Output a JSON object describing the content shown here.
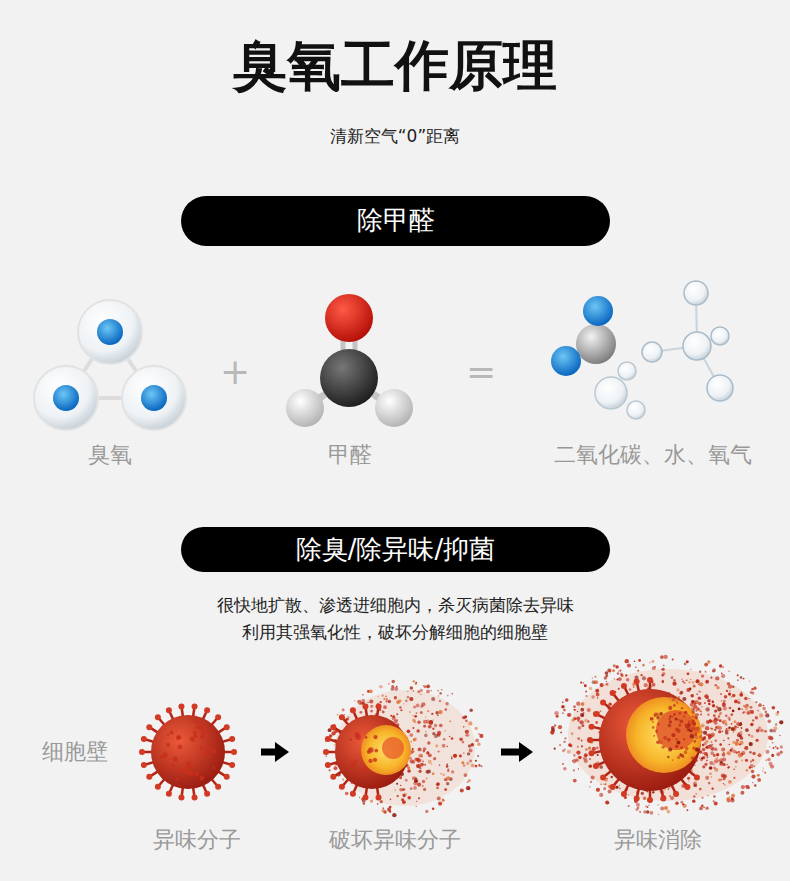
{
  "diagram": {
    "title": "臭氧工作原理",
    "nodes": [
      {
        "text": [
          "除甲醛"
        ]
      },
      {
        "text": [
          "臭氧"
        ]
      },
      {
        "text": [
          "甲醛"
        ]
      },
      {
        "text": [
          "二氧化碳、水、氧气"
        ]
      },
      {
        "text": [
          "除臭/除异味/抑菌"
        ]
      },
      {
        "text": [
          "异味分子"
        ]
      },
      {
        "text": [
          "破坏异味分子"
        ]
      },
      {
        "text": [
          "异味消除"
        ]
      }
    ],
    "edges": [
      {
        "from": 5,
        "to": 6,
        "arrow": "to"
      },
      {
        "from": 6,
        "to": 7,
        "arrow": "to"
      }
    ],
    "labels": [
      "清新空气“0”距离",
      "+",
      "=",
      "很快地扩散、渗透进细胞内，杀灭病菌除去异味",
      "利用其强氧化性，破坏分解细胞的细胞壁",
      "细胞壁"
    ]
  }
}
